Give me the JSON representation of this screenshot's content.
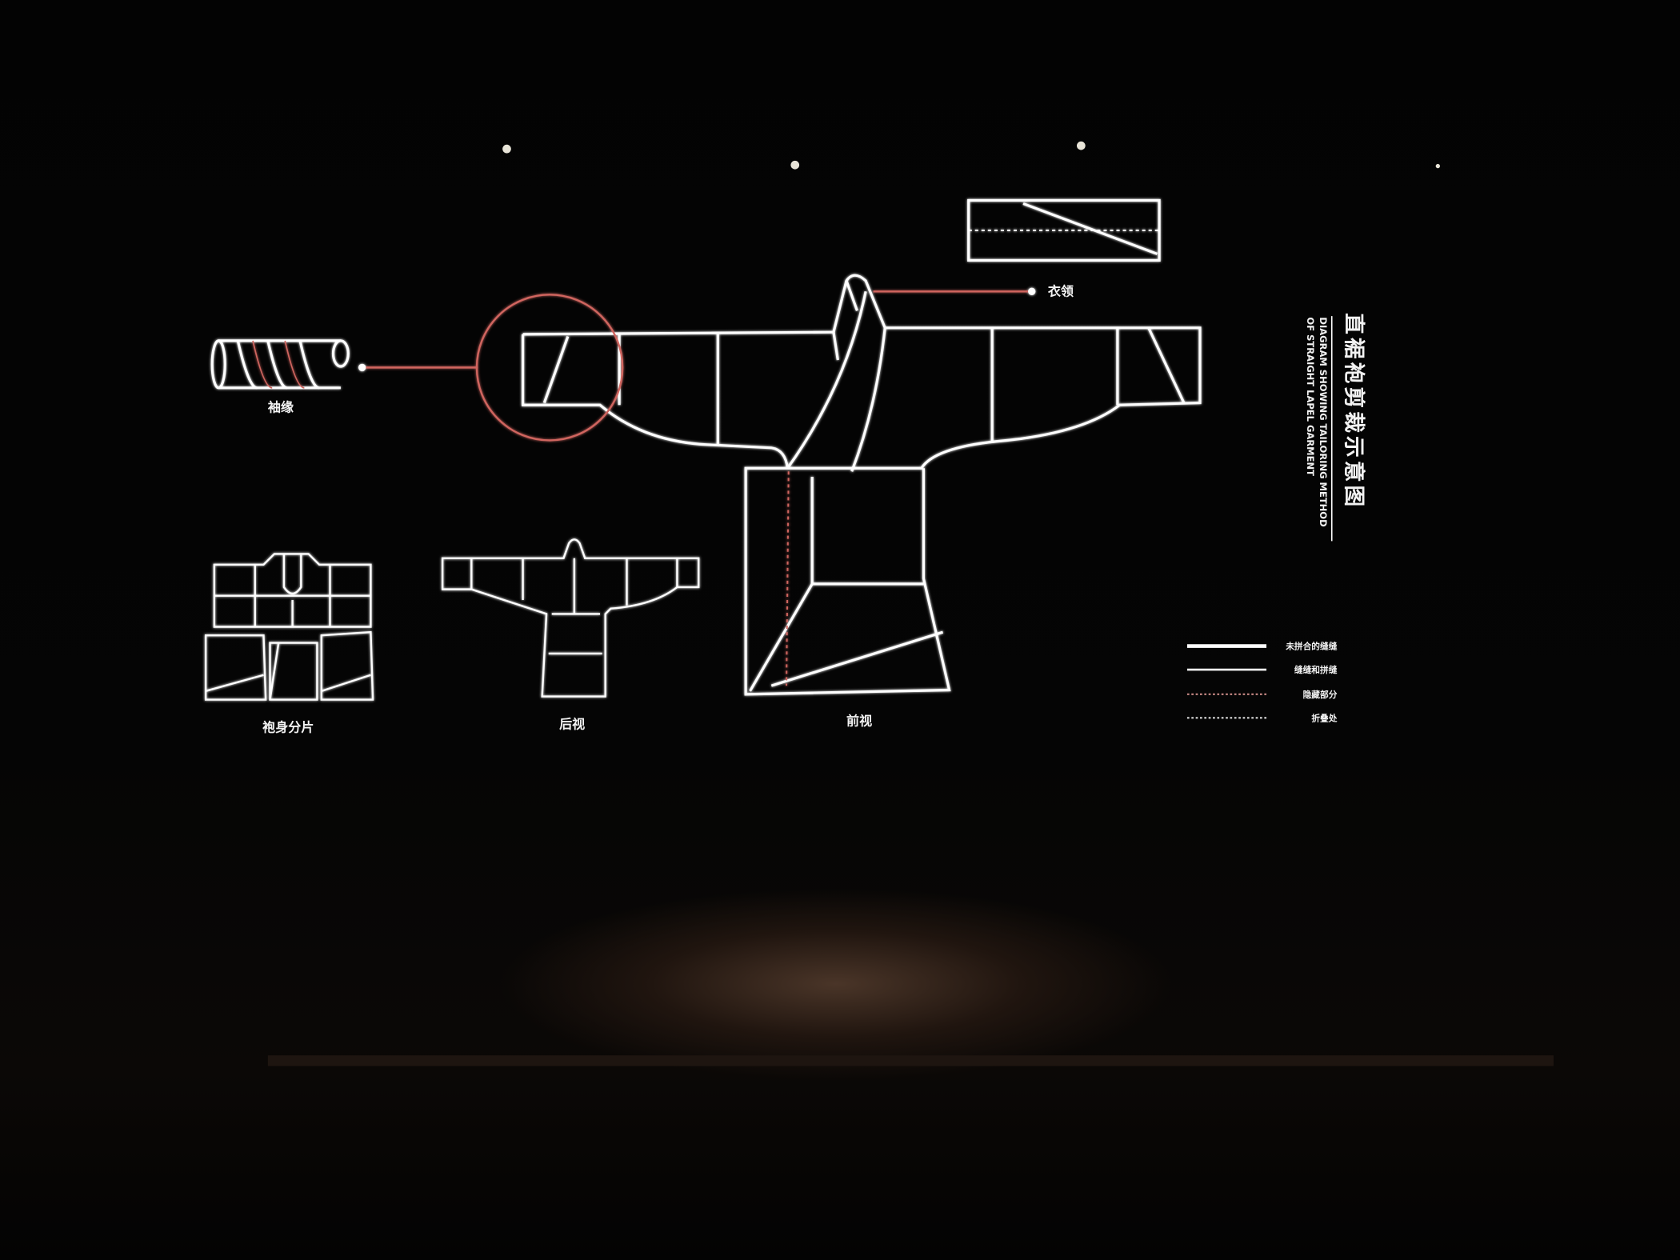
{
  "title": {
    "zh": "直裾袍剪裁示意图",
    "en_line1": "DIAGRAM SHOWING TAILORING METHOD",
    "en_line2": "OF STRAIGHT LAPEL GARMENT"
  },
  "labels": {
    "cuff": "袖缘",
    "collar": "衣领",
    "pieces": "袍身分片",
    "back_view": "后视",
    "front_view": "前视"
  },
  "legend": [
    {
      "label": "未拼合的缝缝",
      "style": "thick"
    },
    {
      "label": "缝缝和拼缝",
      "style": "solid"
    },
    {
      "label": "隐藏部分",
      "style": "dashed-red"
    },
    {
      "label": "折叠处",
      "style": "dashed"
    }
  ],
  "colors": {
    "line": "#ffffff",
    "accent": "#d0655f",
    "background": "#000000"
  }
}
